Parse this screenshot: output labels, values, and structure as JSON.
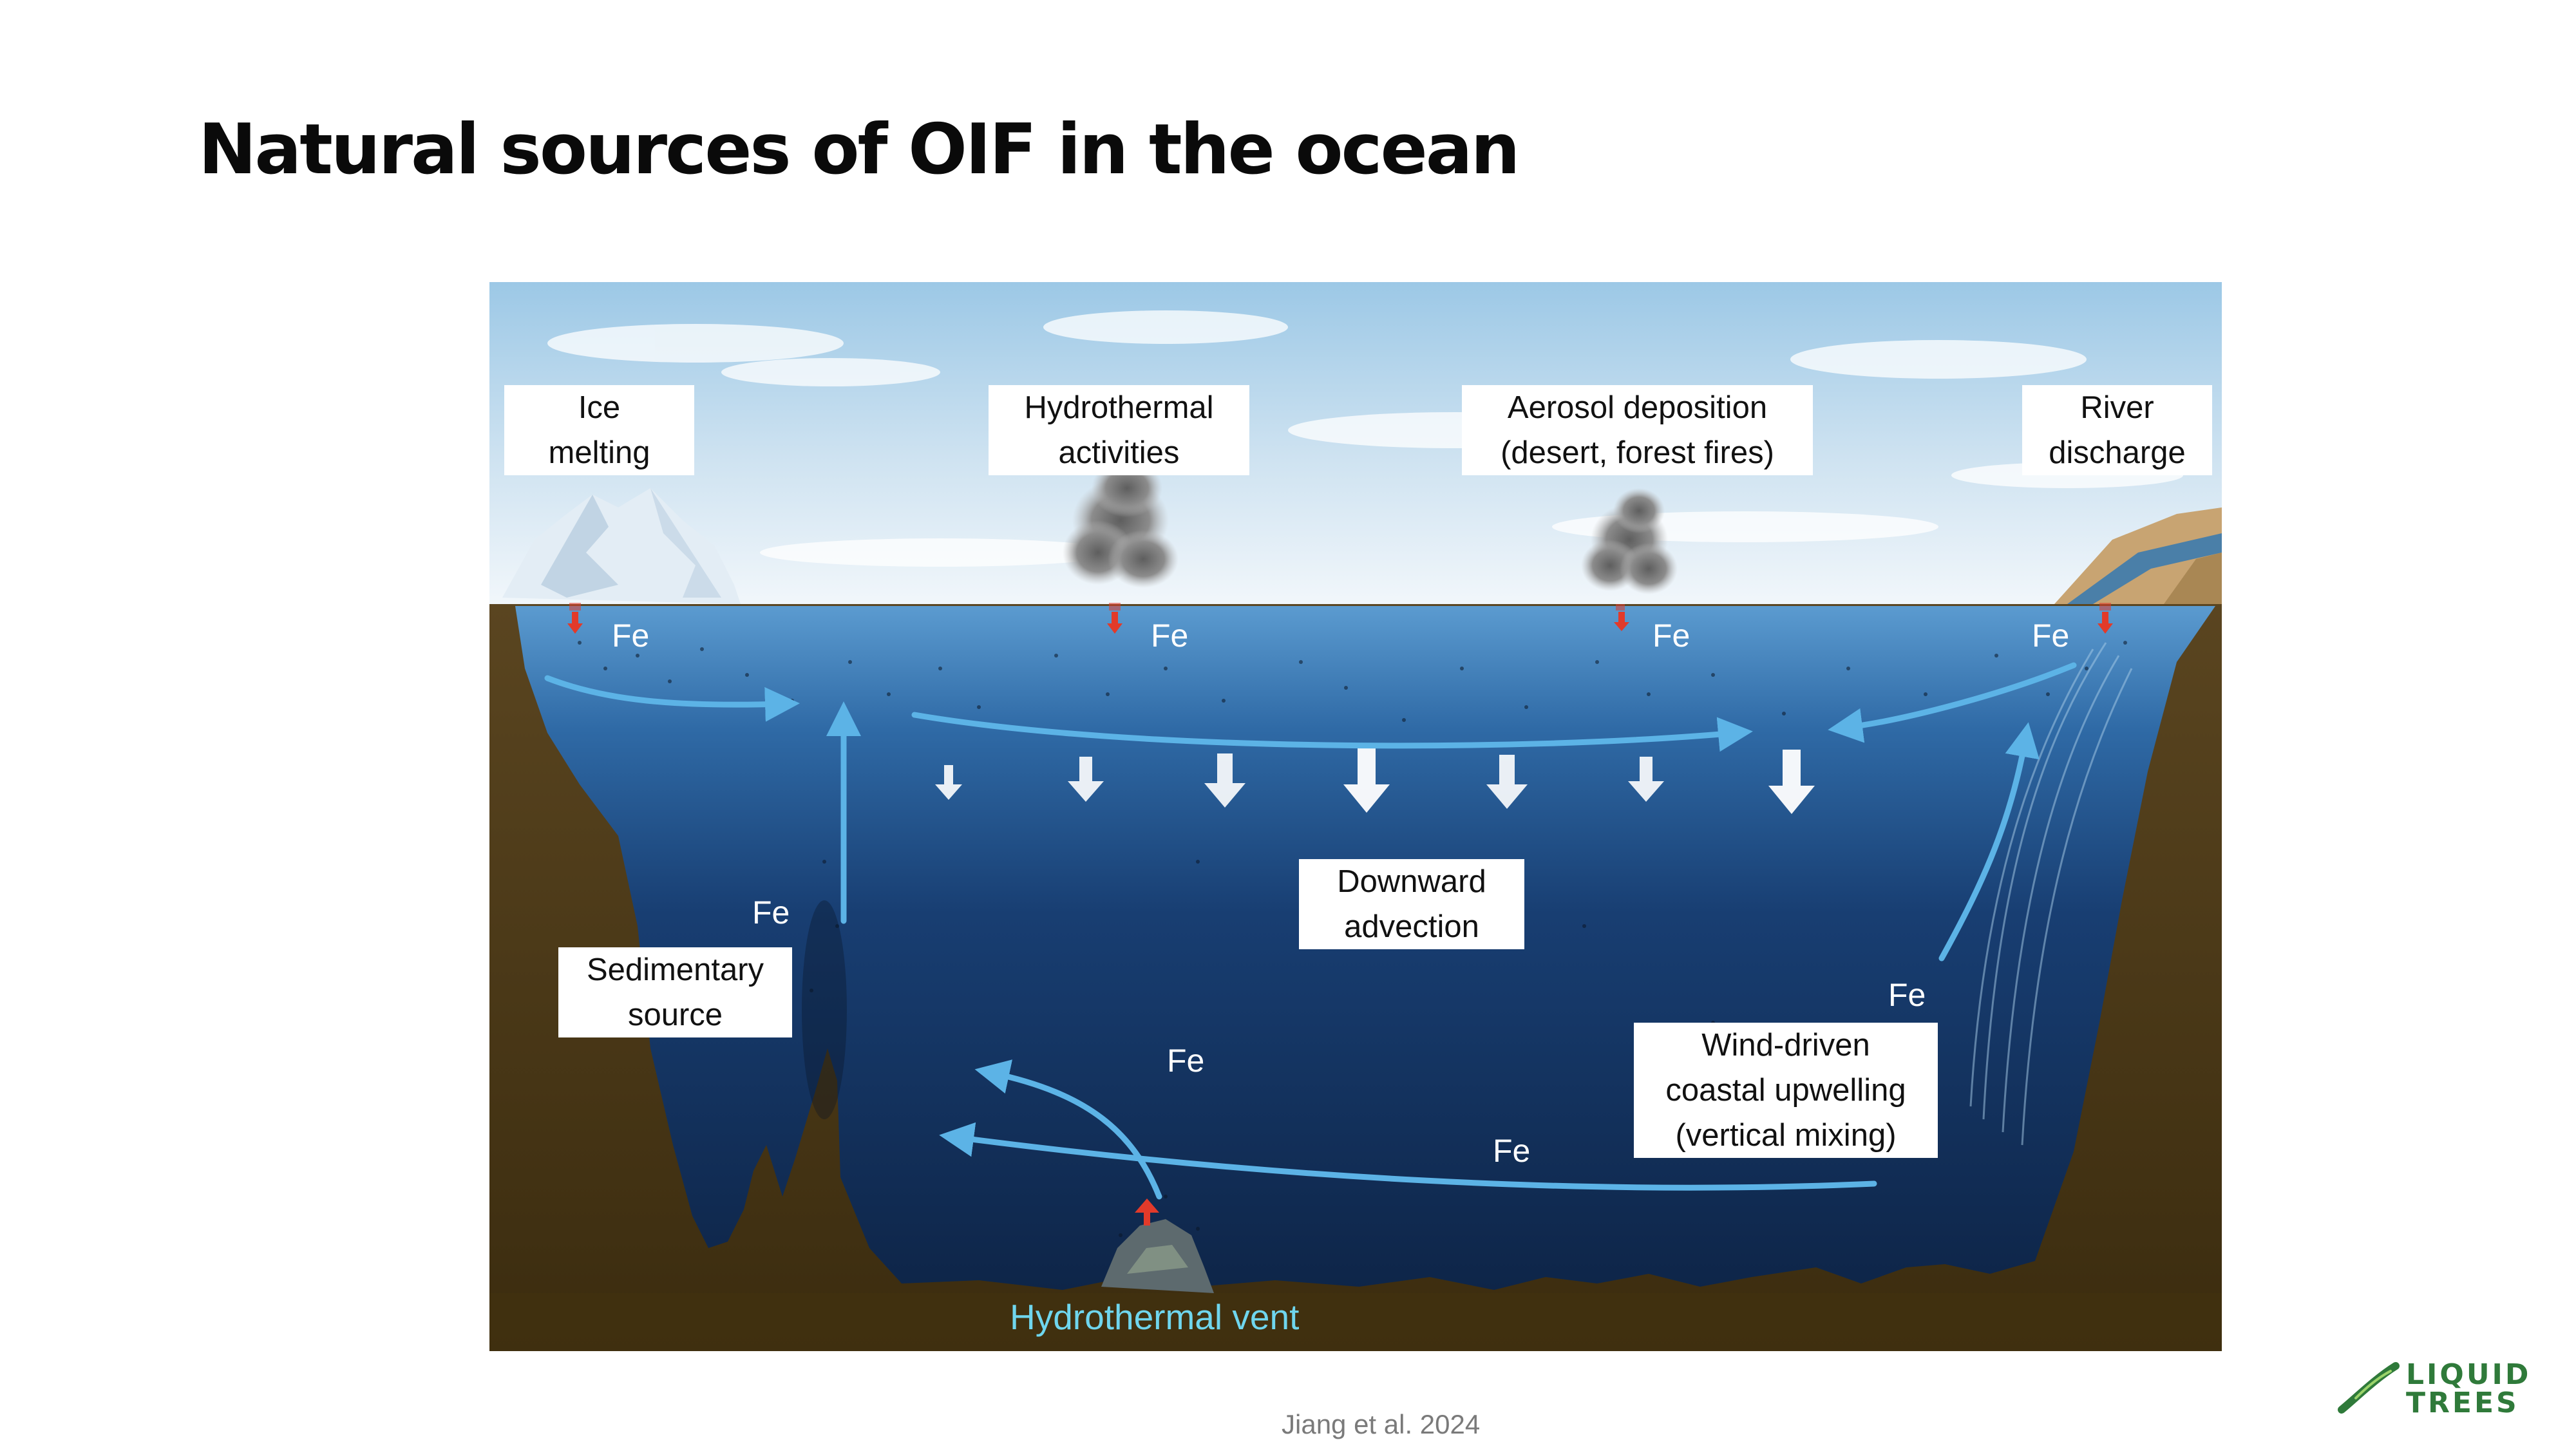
{
  "slide": {
    "title": "Natural sources of OIF in the ocean",
    "citation": "Jiang et al. 2024"
  },
  "diagram": {
    "labels": {
      "ice_melting": [
        "Ice",
        "melting"
      ],
      "hydrothermal_activities": [
        "Hydrothermal",
        "activities"
      ],
      "aerosol_deposition": [
        "Aerosol deposition",
        "(desert, forest fires)"
      ],
      "river_discharge": [
        "River",
        "discharge"
      ],
      "downward_advection": [
        "Downward",
        "advection"
      ],
      "sedimentary_source": [
        "Sedimentary",
        "source"
      ],
      "wind_driven_upwelling": [
        "Wind-driven",
        "coastal upwelling",
        "(vertical mixing)"
      ]
    },
    "fe_label": "Fe",
    "vent_label": "Hydrothermal vent"
  },
  "logo": {
    "line1": "LIQUID",
    "line2": "TREES"
  },
  "colors": {
    "sky_top": "#9cc8e6",
    "sky_bottom": "#e8f2f8",
    "water_top": "#5b9bd0",
    "water_deep": "#10294f",
    "seabed": "#4e3a16",
    "flow_arrow": "#5cb3e6",
    "iron_arrow": "#e23a2a",
    "vent_text": "#6fd6ee",
    "logo_green": "#2f7a3a"
  }
}
